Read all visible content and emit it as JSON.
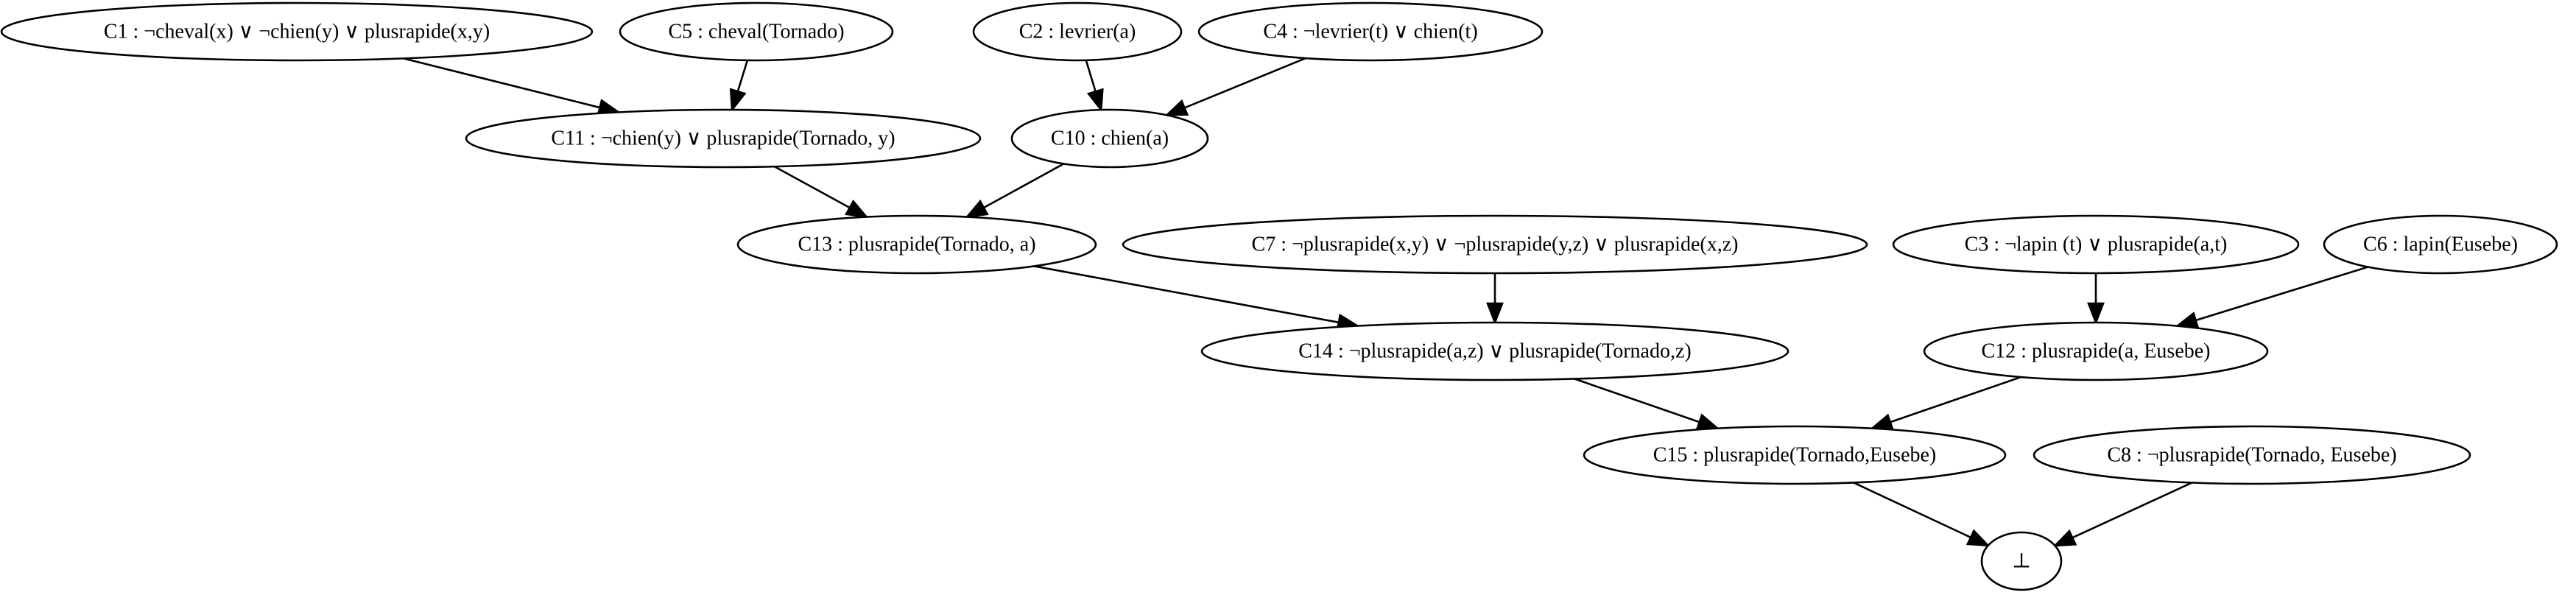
{
  "nodes": {
    "c1": "C1 : ¬cheval(x) ∨ ¬chien(y) ∨ plusrapide(x,y)",
    "c5": "C5 : cheval(Tornado)",
    "c2": "C2 : levrier(a)",
    "c4": "C4 : ¬levrier(t) ∨ chien(t)",
    "c11": "C11 : ¬chien(y) ∨ plusrapide(Tornado, y)",
    "c10": "C10 : chien(a)",
    "c13": "C13 : plusrapide(Tornado, a)",
    "c7": "C7 : ¬plusrapide(x,y) ∨  ¬plusrapide(y,z) ∨  plusrapide(x,z)",
    "c3": "C3 : ¬lapin (t) ∨ plusrapide(a,t)",
    "c6": "C6 : lapin(Eusebe)",
    "c14": "C14 : ¬plusrapide(a,z) ∨  plusrapide(Tornado,z)",
    "c12": "C12 : plusrapide(a, Eusebe)",
    "c15": "C15 : plusrapide(Tornado,Eusebe)",
    "c8": "C8 : ¬plusrapide(Tornado, Eusebe)",
    "bottom": "⊥"
  },
  "edges": [
    {
      "from": "c1",
      "to": "c11"
    },
    {
      "from": "c5",
      "to": "c11"
    },
    {
      "from": "c2",
      "to": "c10"
    },
    {
      "from": "c4",
      "to": "c10"
    },
    {
      "from": "c11",
      "to": "c13"
    },
    {
      "from": "c10",
      "to": "c13"
    },
    {
      "from": "c13",
      "to": "c14"
    },
    {
      "from": "c7",
      "to": "c14"
    },
    {
      "from": "c3",
      "to": "c12"
    },
    {
      "from": "c6",
      "to": "c12"
    },
    {
      "from": "c14",
      "to": "c15"
    },
    {
      "from": "c12",
      "to": "c15"
    },
    {
      "from": "c15",
      "to": "bottom"
    },
    {
      "from": "c8",
      "to": "bottom"
    }
  ]
}
